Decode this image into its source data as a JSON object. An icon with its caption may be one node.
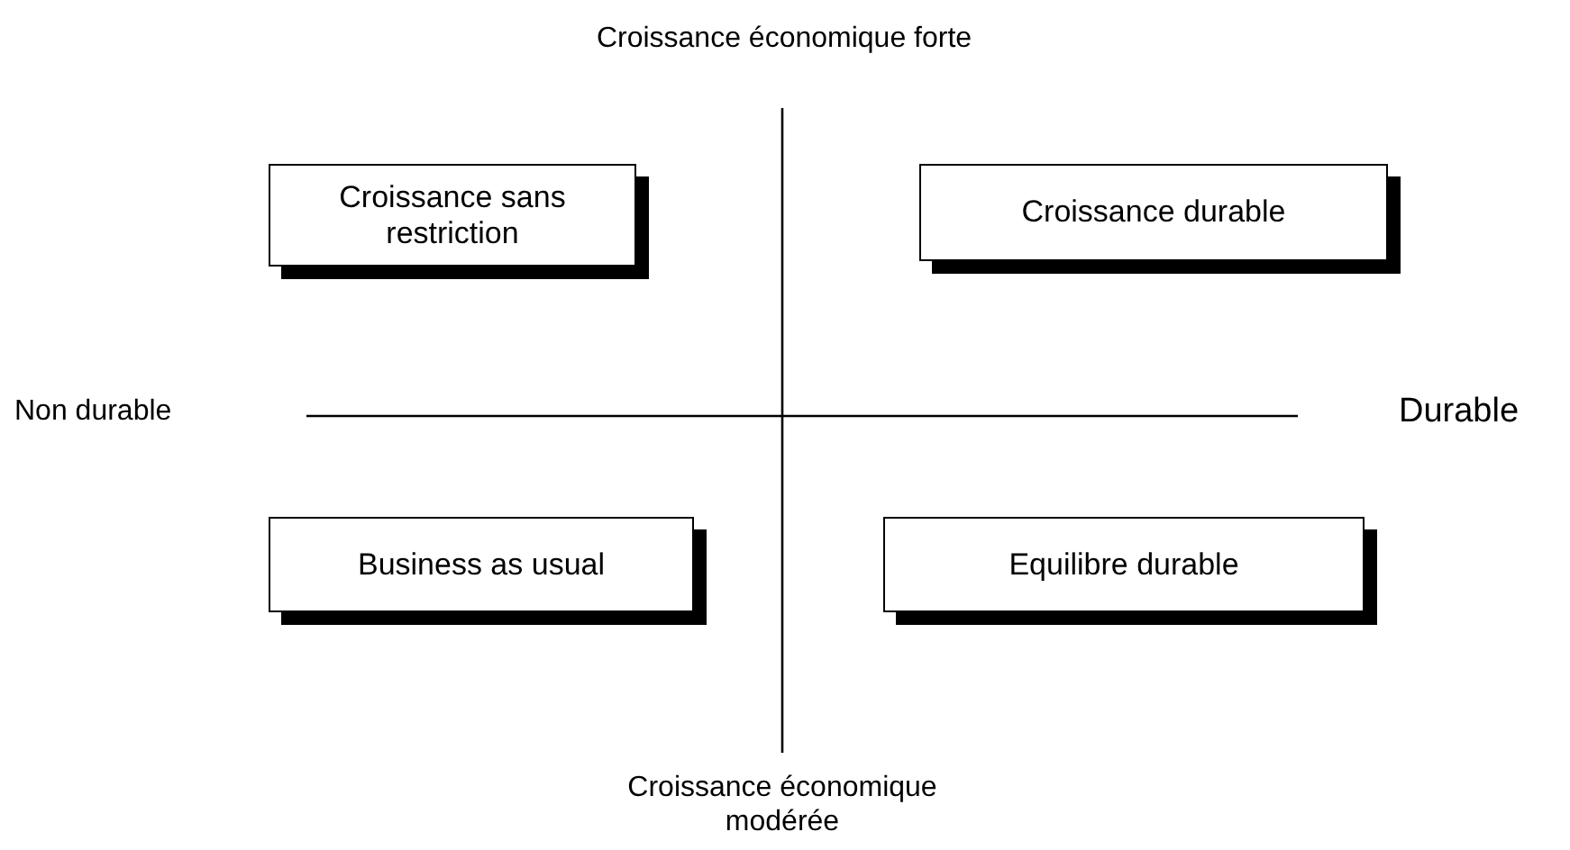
{
  "diagram": {
    "nodes": [
      {
        "text": [
          "Croissance sans restriction"
        ]
      },
      {
        "text": [
          "Croissance durable"
        ]
      },
      {
        "text": [
          "Business as usual"
        ]
      },
      {
        "text": [
          "Equilibre durable"
        ]
      }
    ],
    "labels": [
      "Croissance économique forte",
      "Non durable",
      "Durable",
      "Croissance économique modérée"
    ]
  }
}
